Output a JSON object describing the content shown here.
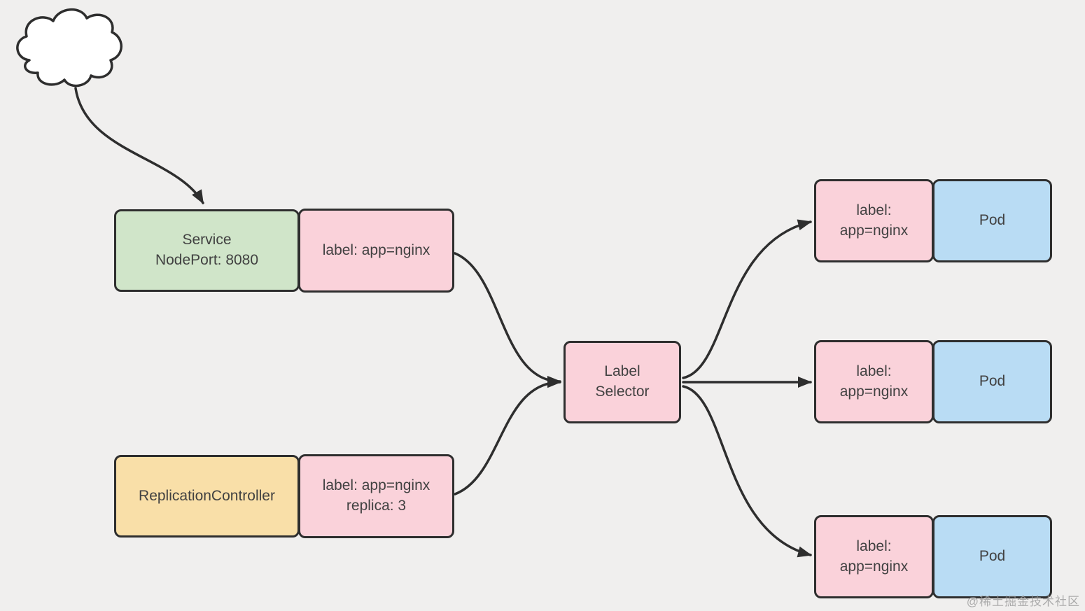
{
  "colors": {
    "background": "#f0efee",
    "stroke": "#2e2e2e",
    "service_fill": "#d0e5c9",
    "label_fill": "#fad2da",
    "rc_fill": "#f9dfa8",
    "pod_fill": "#b9dcf4",
    "text": "#414141",
    "watermark": "#9b9b9b"
  },
  "nodes": {
    "service": {
      "line1": "Service",
      "line2": "NodePort: 8080"
    },
    "service_label": {
      "line1": "label: app=nginx"
    },
    "replication_controller": {
      "line1": "ReplicationController"
    },
    "rc_label": {
      "line1": "label: app=nginx",
      "line2": "replica: 3"
    },
    "selector": {
      "line1": "Label",
      "line2": "Selector"
    },
    "pods": [
      {
        "label_line1": "label:",
        "label_line2": "app=nginx",
        "pod": "Pod"
      },
      {
        "label_line1": "label:",
        "label_line2": "app=nginx",
        "pod": "Pod"
      },
      {
        "label_line1": "label:",
        "label_line2": "app=nginx",
        "pod": "Pod"
      }
    ]
  },
  "icons": {
    "cloud": "cloud"
  },
  "watermark": "@稀土掘金技术社区"
}
